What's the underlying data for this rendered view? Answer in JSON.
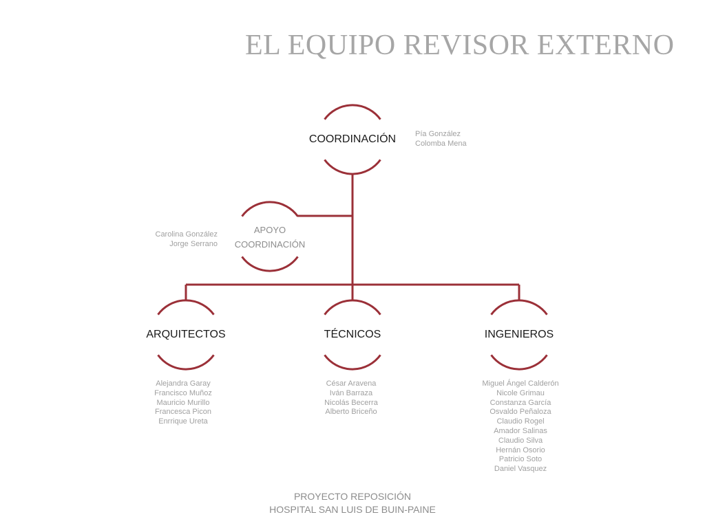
{
  "title": "EL EQUIPO REVISOR EXTERNO",
  "colors": {
    "accent": "#9b3038",
    "title": "#a6a6a6",
    "muted": "#a0a0a0"
  },
  "coordination": {
    "label": "COORDINACIÓN",
    "members": [
      "Pía González",
      "Colomba Mena"
    ]
  },
  "support": {
    "label_line1": "APOYO",
    "label_line2": "COORDINACIÓN",
    "members": [
      "Carolina González",
      "Jorge Serrano"
    ]
  },
  "architects": {
    "label": "ARQUITECTOS",
    "members": [
      "Alejandra Garay",
      "Francisco Muñoz",
      "Mauricio Murillo",
      "Francesca Picon",
      "Enrrique Ureta"
    ]
  },
  "technicians": {
    "label": "TÉCNICOS",
    "members": [
      "César Aravena",
      "Iván Barraza",
      "Nicolás Becerra",
      "Alberto Briceño"
    ]
  },
  "engineers": {
    "label": "INGENIEROS",
    "members": [
      "Miguel Ángel Calderón",
      "Nicole Grimau",
      "Constanza García",
      "Osvaldo Peñaloza",
      "Claudio Rogel",
      "Amador Salinas",
      "Claudio Silva",
      "Hernán Osorio",
      "Patricio Soto",
      "Daniel Vasquez"
    ]
  },
  "footer": {
    "line1": "PROYECTO REPOSICIÓN",
    "line2": "HOSPITAL SAN LUIS DE BUIN-PAINE"
  }
}
